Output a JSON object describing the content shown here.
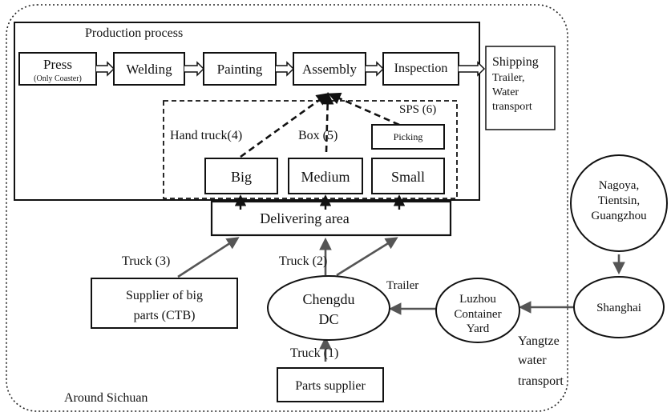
{
  "region_label": "Around Sichuan",
  "production": {
    "title": "Production process",
    "steps": [
      "Press",
      "Welding",
      "Painting",
      "Assembly",
      "Inspection"
    ],
    "press_note": "(Only Coaster)",
    "shipping_title": "Shipping",
    "shipping_lines": [
      "Trailer,",
      "Water",
      "transport"
    ]
  },
  "sps": {
    "label": "SPS (6)",
    "picking": "Picking",
    "hand_truck": "Hand truck(4)",
    "box": "Box (5)",
    "bins": [
      "Big",
      "Medium",
      "Small"
    ]
  },
  "delivering_area": "Delivering area",
  "supplier_big": {
    "line1": "Supplier of big",
    "line2": "parts (CTB)"
  },
  "truck_3": "Truck (3)",
  "truck_2": "Truck (2)",
  "truck_1": "Truck (1)",
  "trailer": "Trailer",
  "chengdu": {
    "line1": "Chengdu",
    "line2": "DC"
  },
  "parts_supplier": "Parts supplier",
  "luzhou": {
    "line1": "Luzhou",
    "line2": "Container",
    "line3": "Yard"
  },
  "shanghai": "Shanghai",
  "origins": [
    "Nagoya,",
    "Tientsin,",
    "Guangzhou"
  ],
  "yangtze": [
    "Yangtze",
    "water",
    "transport"
  ]
}
